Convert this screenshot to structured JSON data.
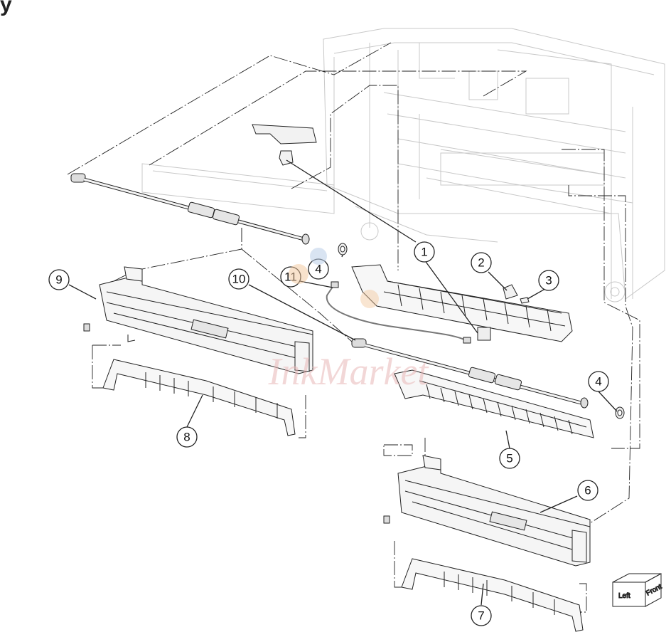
{
  "header": {
    "title_fragment": "y"
  },
  "callouts": [
    {
      "id": "1",
      "label": "1"
    },
    {
      "id": "2",
      "label": "2"
    },
    {
      "id": "3",
      "label": "3"
    },
    {
      "id": "4a",
      "label": "4"
    },
    {
      "id": "4b",
      "label": "4"
    },
    {
      "id": "5",
      "label": "5"
    },
    {
      "id": "6",
      "label": "6"
    },
    {
      "id": "7",
      "label": "7"
    },
    {
      "id": "8",
      "label": "8"
    },
    {
      "id": "9",
      "label": "9"
    },
    {
      "id": "10",
      "label": "10"
    },
    {
      "id": "11",
      "label": "11"
    }
  ],
  "watermark": {
    "text": "InkMarket"
  },
  "orientation_cube": {
    "left_label": "Left",
    "front_label": "Front"
  },
  "colors": {
    "line": "#222222",
    "ghost": "#c8c8c8",
    "watermark": "#e9b8b8",
    "accent": "#f2c69a"
  }
}
